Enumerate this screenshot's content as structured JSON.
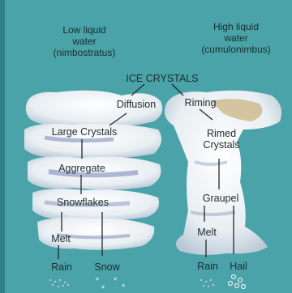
{
  "headers": {
    "left": [
      "Low liquid",
      "water",
      "(nimbostratus)"
    ],
    "right": [
      "High liquid",
      "water",
      "(cumulonimbus)"
    ]
  },
  "top_label": "ICE CRYSTALS",
  "left_path": {
    "diffusion": "Diffusion",
    "large_crystals": "Large Crystals",
    "aggregate": "Aggregate",
    "snowflakes": "Snowflakes",
    "melt": "Melt",
    "rain": "Rain",
    "snow": "Snow"
  },
  "right_path": {
    "riming": "Riming",
    "rimed_crystals": [
      "Rimed",
      "Crystals"
    ],
    "graupel": "Graupel",
    "melt": "Melt",
    "rain": "Rain",
    "hail": "Hail"
  },
  "colors": {
    "background": "#4aa3a8",
    "cloud": "#f2f6f7",
    "shadow": "#9fb3c8",
    "text": "#1a2c2e"
  }
}
